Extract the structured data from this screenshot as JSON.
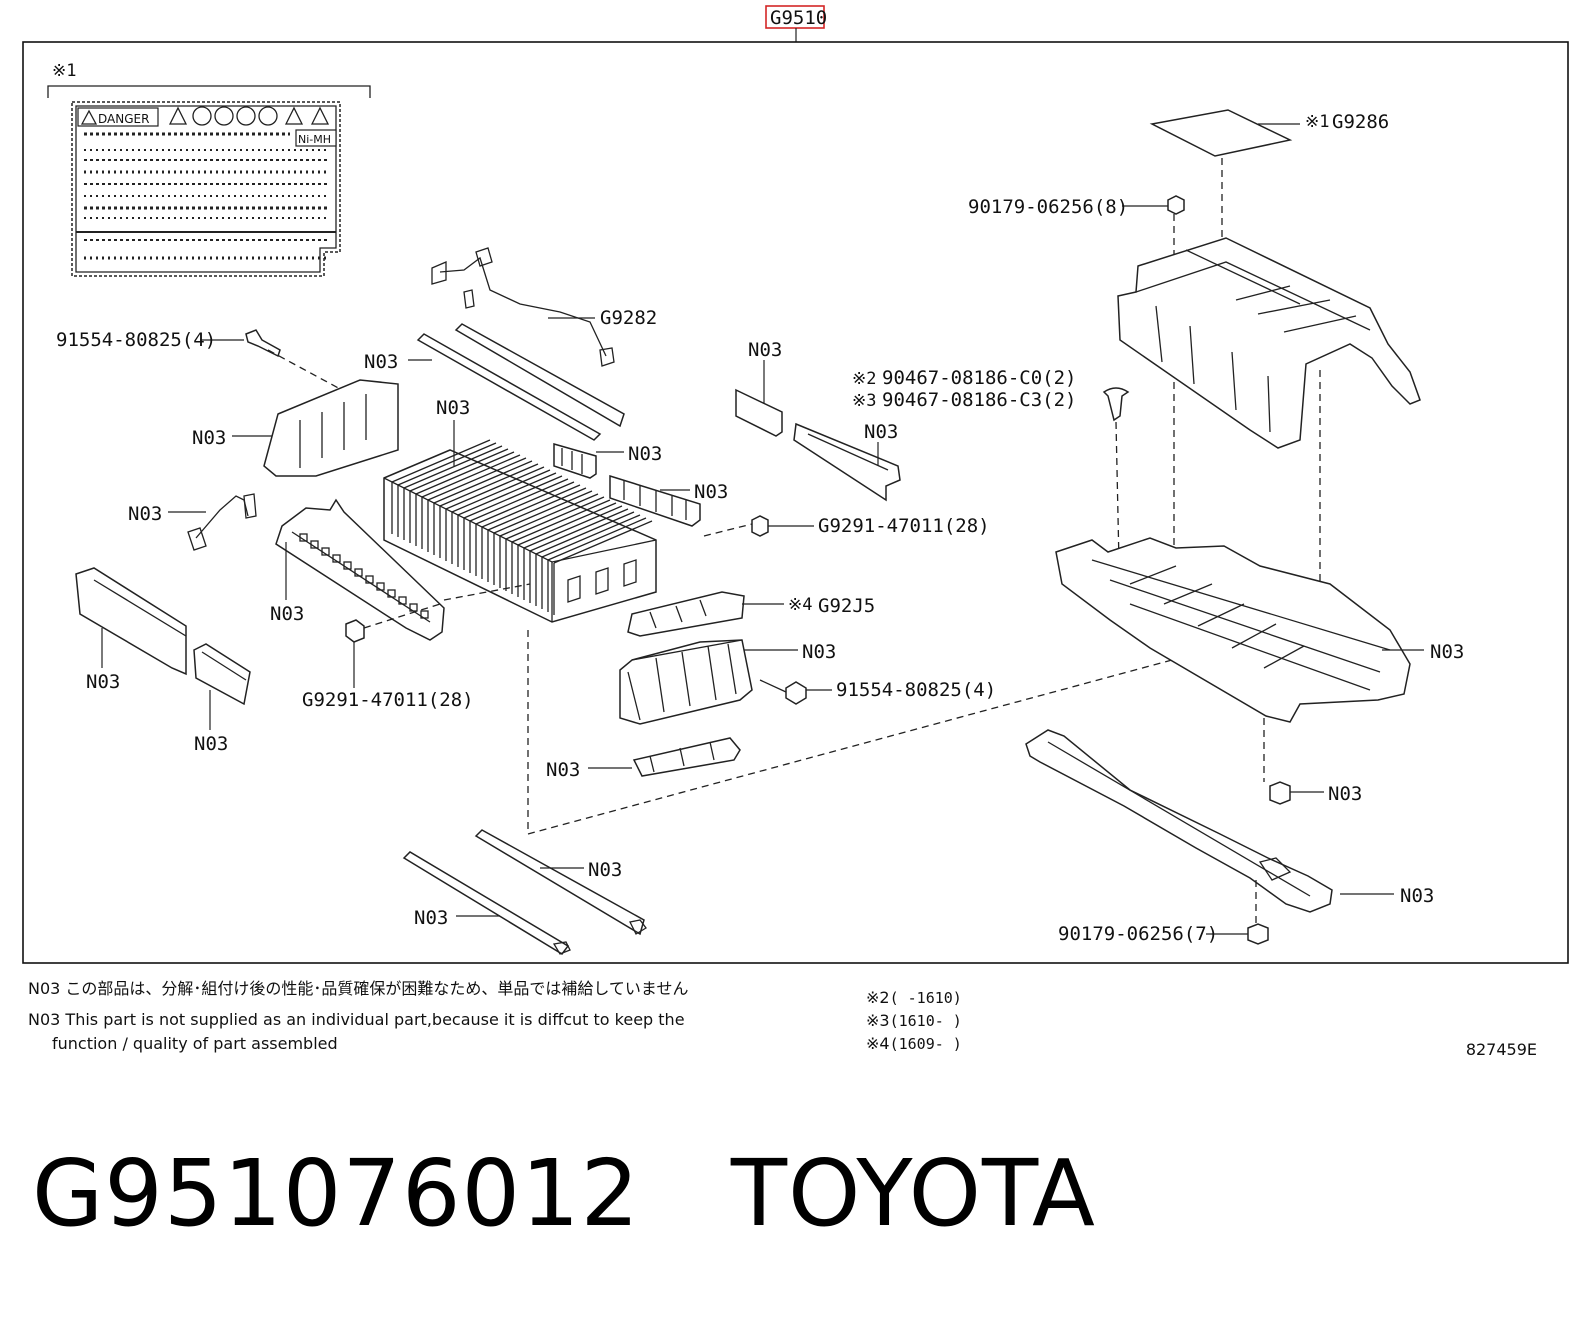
{
  "header": {
    "code": "G9510"
  },
  "assembly_note": "※1",
  "label_sheet": {
    "warning_word": "DANGER",
    "chemistry": "Ni-MH"
  },
  "callouts": {
    "g9286": {
      "mark": "※1",
      "text": "G9286"
    },
    "bolt_top": "90179-06256(8)",
    "g9282": "G9282",
    "bolt_left": "91554-80825(4)",
    "clip_n2": {
      "mark": "※2",
      "text": "90467-08186-C0(2)"
    },
    "clip_n3": {
      "mark": "※3",
      "text": "90467-08186-C3(2)"
    },
    "nut_right": "G9291-47011(28)",
    "nut_left": "G9291-47011(28)",
    "g92j5": {
      "mark": "※4",
      "text": "G92J5"
    },
    "bolt_mid": "91554-80825(4)",
    "bolt_bottom": "90179-06256(7)",
    "n03": "N03"
  },
  "notes": {
    "jp": "N03 この部品は、分解･組付け後の性能･品質確保が困難なため、単品では補給していません",
    "en_line1": "N03 This part is not supplied as an  individual part,because it is diffcut to keep the",
    "en_line2": "function / quality of part assembled"
  },
  "ranges": [
    {
      "mark": "※2",
      "text": "(       -1610)"
    },
    {
      "mark": "※3",
      "text": "(1610-       )"
    },
    {
      "mark": "※4",
      "text": "(1609-       )"
    }
  ],
  "illustration_id": "827459E",
  "title": {
    "part_number": "G951076012",
    "brand": "TOYOTA"
  }
}
